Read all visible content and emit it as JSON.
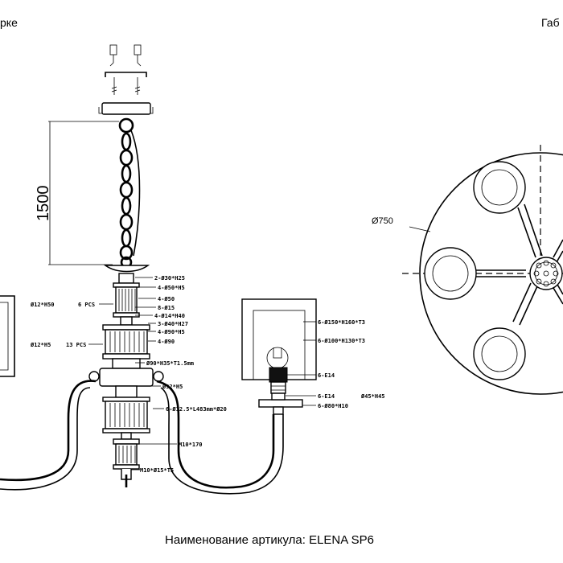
{
  "header": {
    "left_title": "рке",
    "right_title": "Габ"
  },
  "dimensions": {
    "height": "1500",
    "diameter": "Ø750"
  },
  "labels_center": [
    {
      "id": "l1",
      "text": "2-Ø30*H25"
    },
    {
      "id": "l2",
      "text": "4-Ø50*H5"
    },
    {
      "id": "l3",
      "text": "4-Ø50"
    },
    {
      "id": "l4",
      "text": "8-Ø15"
    },
    {
      "id": "l5",
      "text": "4-Ø14*H40"
    },
    {
      "id": "l6",
      "text": "3-Ø40*H27"
    },
    {
      "id": "l7",
      "text": "4-Ø90*H5"
    },
    {
      "id": "l8",
      "text": "4-Ø90"
    },
    {
      "id": "l9",
      "text": "Ø90*H35*T1.5mm"
    },
    {
      "id": "l10",
      "text": "Ø92*H5"
    },
    {
      "id": "l11",
      "text": "6-Ø12.5*L483mm*Ø20"
    },
    {
      "id": "l12",
      "text": "M10*170"
    },
    {
      "id": "l13",
      "text": "M10*Ø15*T5"
    }
  ],
  "labels_left": [
    {
      "id": "p1",
      "text": "6 PCS"
    },
    {
      "id": "p2",
      "text": "13 PCS"
    },
    {
      "id": "e1",
      "text": "Ø12*H50"
    },
    {
      "id": "e2",
      "text": "Ø12*H5"
    }
  ],
  "labels_right": [
    {
      "id": "r1",
      "text": "6-Ø150*H160*T3"
    },
    {
      "id": "r2",
      "text": "6-Ø100*H130*T3"
    },
    {
      "id": "r3",
      "text": "6-E14"
    },
    {
      "id": "r4",
      "text": "6-E14"
    },
    {
      "id": "r5",
      "text": "Ø45*H45"
    },
    {
      "id": "r6",
      "text": "6-Ø80*H10"
    }
  ],
  "footer": {
    "caption": "Наименование артикула: ELENA SP6"
  }
}
